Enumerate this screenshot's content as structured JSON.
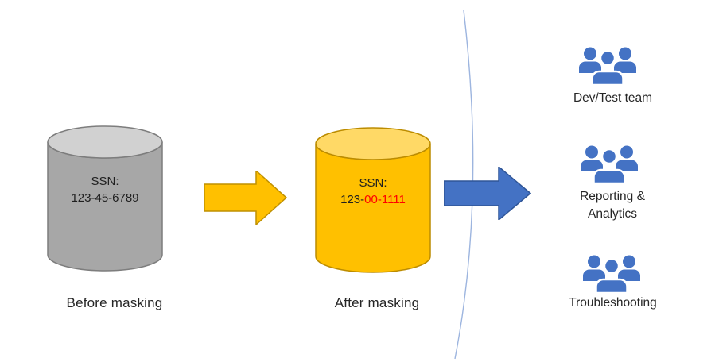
{
  "before_db": {
    "line1": "SSN:",
    "line2": "123-45-6789",
    "caption": "Before masking",
    "body_color": "#A7A7A7",
    "top_color": "#D1D1D1",
    "stroke_color": "#7D7D7D"
  },
  "mask_arrow": {
    "fill": "#FFC000",
    "stroke": "#BF9000"
  },
  "after_db": {
    "line1": "SSN:",
    "line2_prefix": "123-",
    "line2_masked": "00-1111",
    "masked_color": "#FF0000",
    "caption": "After masking",
    "body_color": "#FFC000",
    "top_color": "#FFD966",
    "stroke_color": "#BC8C00"
  },
  "deliver_arrow": {
    "fill": "#4472C4",
    "stroke": "#2F5597"
  },
  "divider": {
    "color": "#9DB5DF"
  },
  "teams": {
    "icon_color": "#4472C4",
    "items": [
      {
        "label": "Dev/Test team"
      },
      {
        "label": "Reporting & Analytics"
      },
      {
        "label": "Troubleshooting"
      }
    ]
  }
}
